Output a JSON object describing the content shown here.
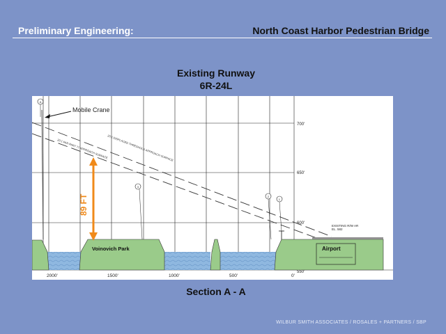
{
  "header": {
    "left_title": "Preliminary Engineering:",
    "right_title": "North Coast Harbor Pedestrian Bridge"
  },
  "drawing": {
    "title_line1": "Existing Runway",
    "title_line2": "6R-24L",
    "section_label": "Section A - A",
    "callout_crane": "Mobile Crane",
    "clearance_label": "89 FT",
    "park_label": "Voinovich Park",
    "airport_label": "Airport",
    "surface_displaced": "20:1 DISPLACED THRESHOLD APPROACH SURFACE",
    "surface_far77": "20:1 FAR PART 77 APPROACH SURFACE",
    "elevation_note_line1": "EXISTING R/W AR",
    "elevation_note_line2": "EL. 582",
    "bubble_a": "A",
    "bubble_1": "1",
    "bubble_2": "2",
    "bubble_3": "3",
    "elevations": [
      "700'",
      "650'",
      "600'",
      "550'"
    ],
    "stations": [
      "2000'",
      "1500'",
      "1000'",
      "500'",
      "0'"
    ]
  },
  "footer": {
    "credits": "WILBUR SMITH ASSOCIATES / ROSALES + PARTNERS / SBP"
  },
  "colors": {
    "background": "#7d93c8",
    "ground": "#9acb8a",
    "water": "#8fb8e0",
    "clearance_arrow": "#f08a1a",
    "runway": "#909090"
  }
}
